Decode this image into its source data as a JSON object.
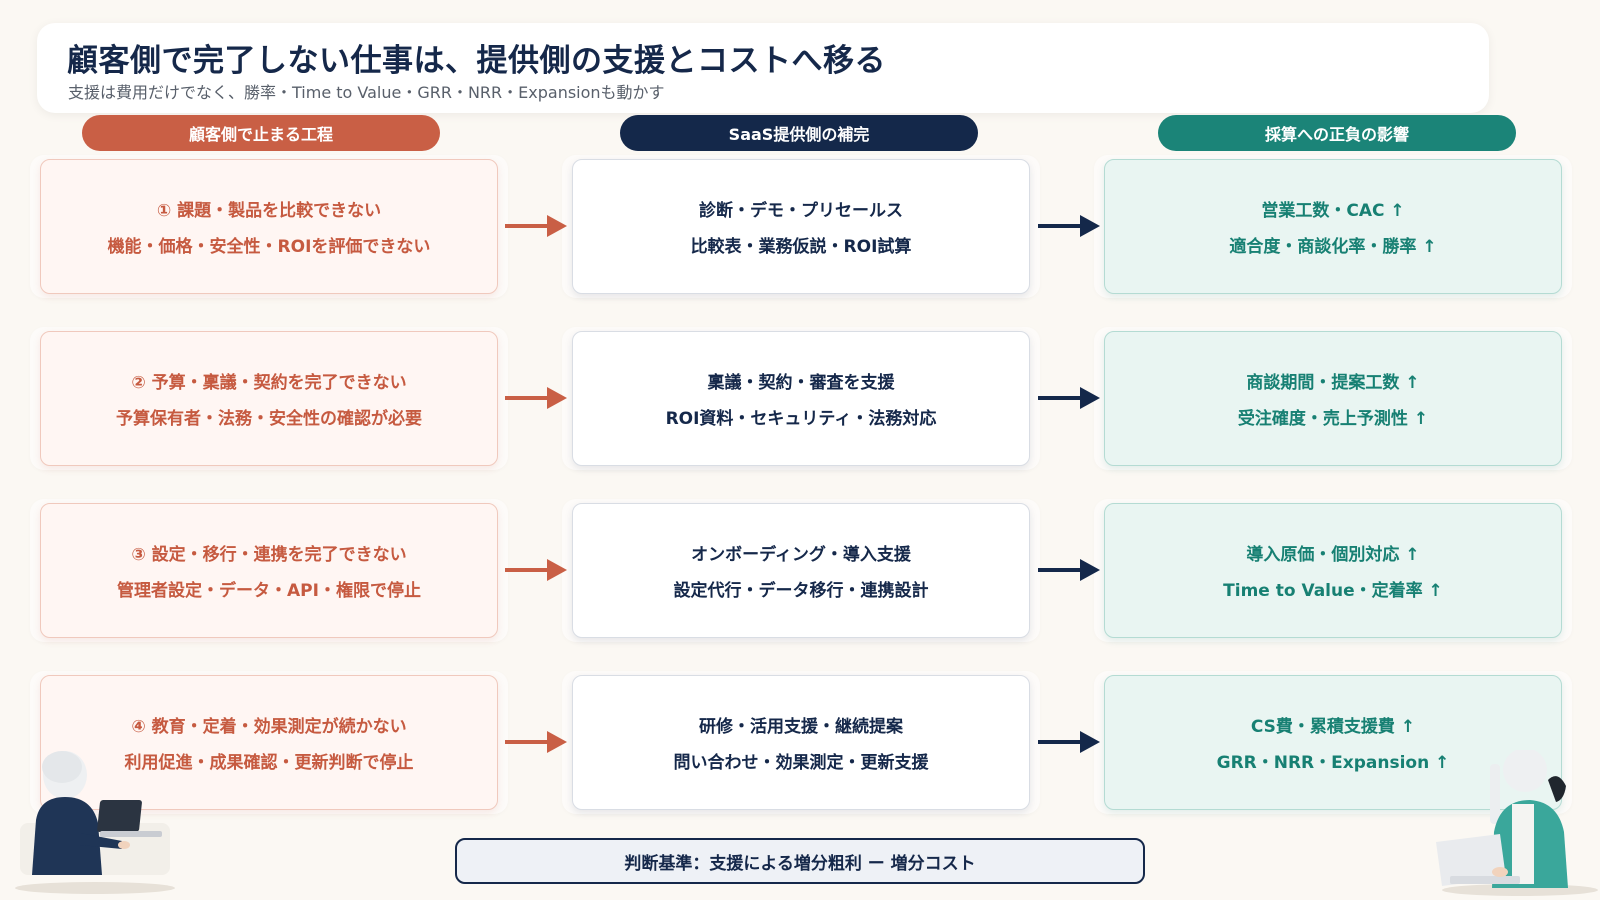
{
  "header": {
    "title": "顧客側で完了しない仕事は、提供側の支援とコストへ移る",
    "subtitle": "支援は費用だけでなく、勝率・Time to Value・GRR・NRR・Expansionも動かす"
  },
  "columns": [
    {
      "label": "顧客側で止まる工程",
      "color": "#c95f45"
    },
    {
      "label": "SaaS提供側の補完",
      "color": "#14284a"
    },
    {
      "label": "採算への正負の影響",
      "color": "#1b8478"
    }
  ],
  "rows": [
    {
      "customer": {
        "line1": "① 課題・製品を比較できない",
        "line2": "機能・価格・安全性・ROIを評価できない"
      },
      "provider": {
        "line1": "診断・デモ・プリセールス",
        "line2": "比較表・業務仮説・ROI試算"
      },
      "impact": {
        "line1": "営業工数・CAC ↑",
        "line2": "適合度・商談化率・勝率 ↑"
      }
    },
    {
      "customer": {
        "line1": "② 予算・稟議・契約を完了できない",
        "line2": "予算保有者・法務・安全性の確認が必要"
      },
      "provider": {
        "line1": "稟議・契約・審査を支援",
        "line2": "ROI資料・セキュリティ・法務対応"
      },
      "impact": {
        "line1": "商談期間・提案工数 ↑",
        "line2": "受注確度・売上予測性 ↑"
      }
    },
    {
      "customer": {
        "line1": "③ 設定・移行・連携を完了できない",
        "line2": "管理者設定・データ・API・権限で停止"
      },
      "provider": {
        "line1": "オンボーディング・導入支援",
        "line2": "設定代行・データ移行・連携設計"
      },
      "impact": {
        "line1": "導入原価・個別対応 ↑",
        "line2": "Time to Value・定着率 ↑"
      }
    },
    {
      "customer": {
        "line1": "④ 教育・定着・効果測定が続かない",
        "line2": "利用促進・成果確認・更新判断で停止"
      },
      "provider": {
        "line1": "研修・活用支援・継続提案",
        "line2": "問い合わせ・効果測定・更新支援"
      },
      "impact": {
        "line1": "CS費・累積支援費 ↑",
        "line2": "GRR・NRR・Expansion ↑"
      }
    }
  ],
  "footer": {
    "text": "判断基準：支援による増分粗利 ー 増分コスト"
  },
  "icons": {
    "arrow_customer": "right-arrow-icon",
    "arrow_provider": "right-arrow-icon",
    "person_left": "person-laptop-icon",
    "person_right": "person-laptop-icon"
  },
  "colors": {
    "customer": "#c95f45",
    "provider": "#14284a",
    "impact": "#1b8478"
  }
}
